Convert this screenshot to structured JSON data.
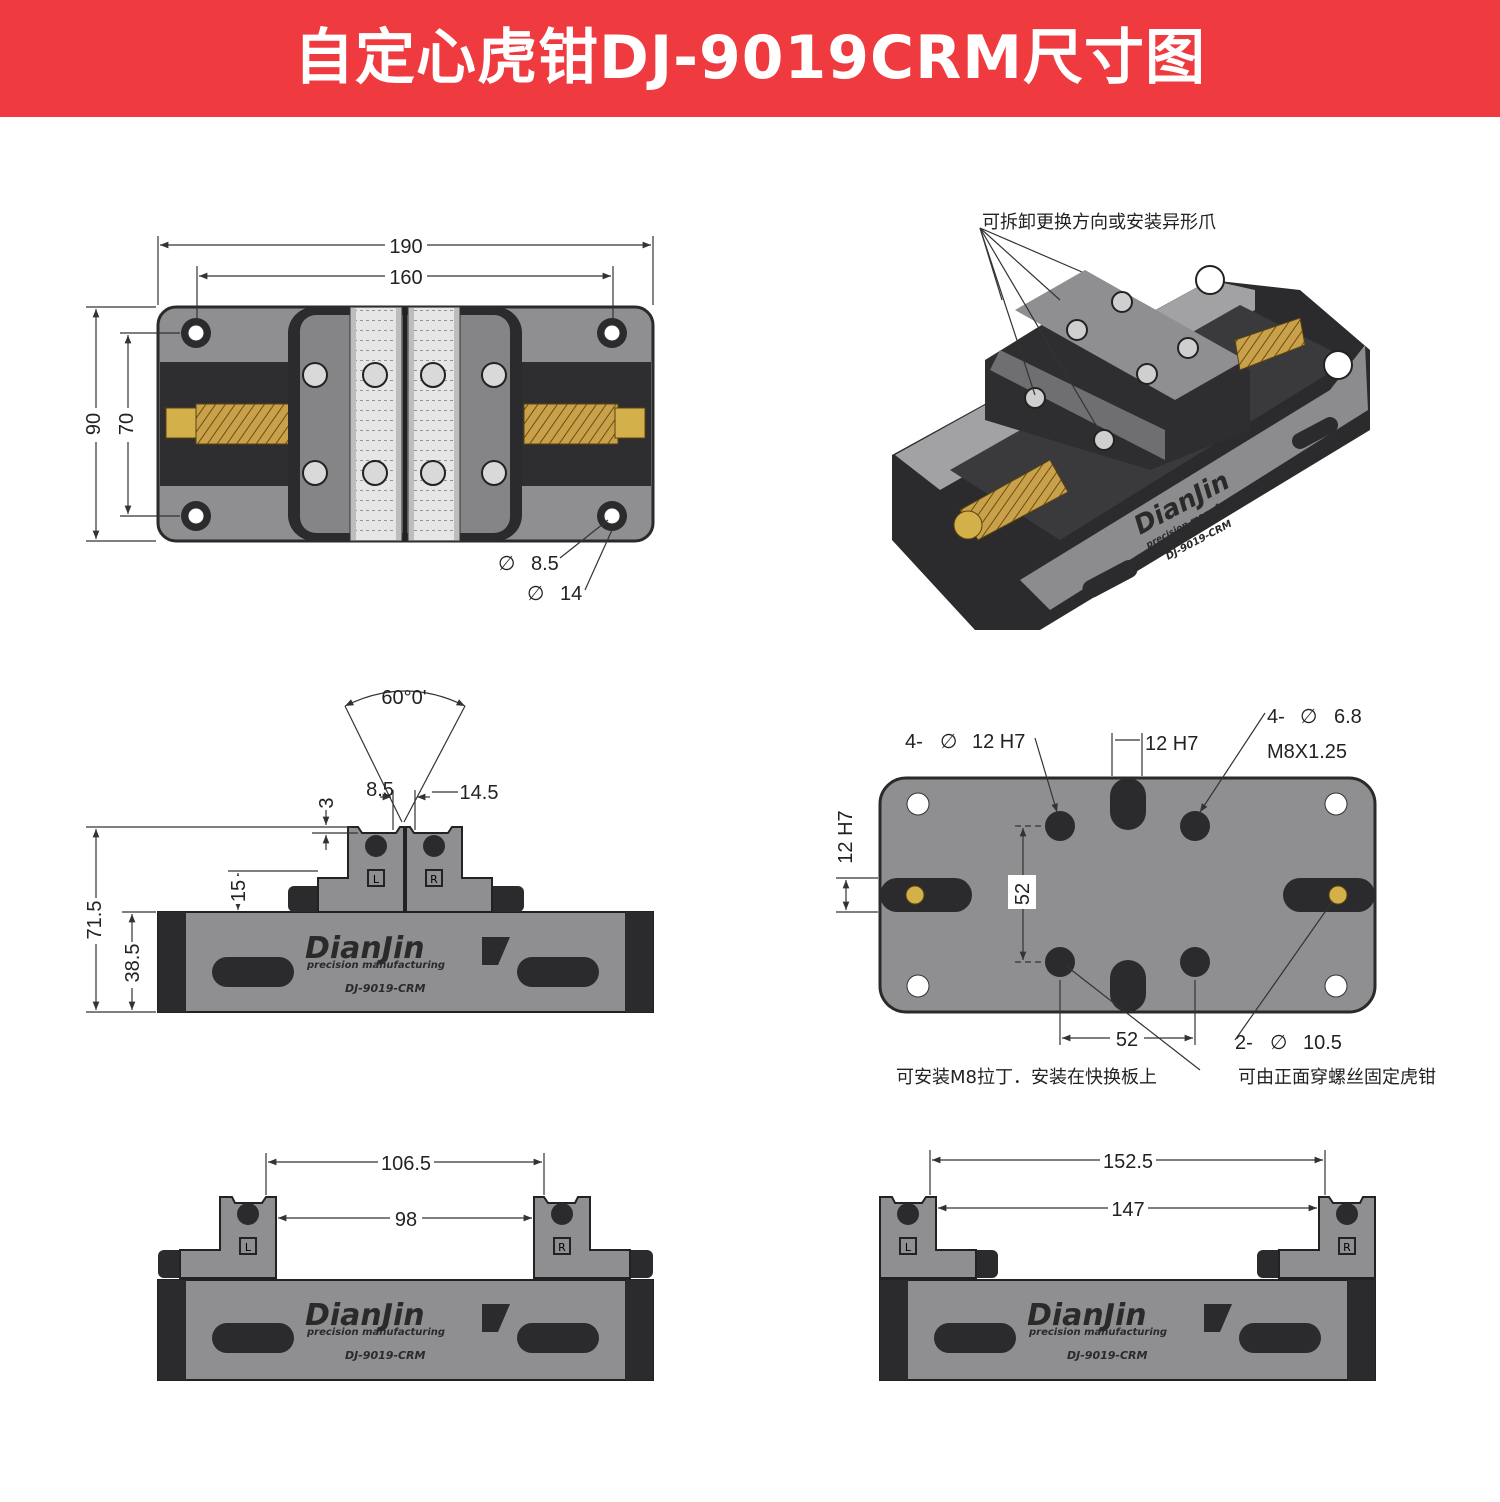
{
  "title": "自定心虎钳DJ-9019CRM尺寸图",
  "colors": {
    "header": "#ef3a3f",
    "body_gray": "#8e8e90",
    "dark": "#2b2b2d",
    "brass": "#c9a14a"
  },
  "top_view": {
    "d1": "190",
    "d2": "160",
    "d3": "90",
    "d4": "70",
    "hole1": "8.5",
    "hole2": "14",
    "dia": "∅"
  },
  "iso_view": {
    "note": "可拆卸更换方向或安装异形爪",
    "logo": "DianJin",
    "sub": "precision manufacturing",
    "model": "DJ-9019-CRM"
  },
  "front_view": {
    "angle": "60°0'",
    "w1": "8.5",
    "w2": "14.5",
    "h1": "3",
    "h2": "15",
    "h3": "71.5",
    "h4": "38.5",
    "logo": "DianJin",
    "sub": "precision manufacturing",
    "model": "DJ-9019-CRM"
  },
  "bottom_view": {
    "c1a": "4-",
    "c1b": "12 H7",
    "c2": "12 H7",
    "c3a": "4-",
    "c3b": "6.8",
    "c3c": "M8X1.25",
    "side": "12 H7",
    "d52v": "52",
    "d52h": "52",
    "c4a": "2-",
    "c4b": "10.5",
    "note1": "可安装M8拉丁．安装在快换板上",
    "note2": "可由正面穿螺丝固定虎钳"
  },
  "side_view_1": {
    "d1": "106.5",
    "d2": "98",
    "logo": "DianJin",
    "sub": "precision manufacturing",
    "model": "DJ-9019-CRM"
  },
  "side_view_2": {
    "d1": "152.5",
    "d2": "147",
    "logo": "DianJin",
    "sub": "precision manufacturing",
    "model": "DJ-9019-CRM"
  },
  "jaw_labels": {
    "left": "L",
    "right": "R"
  }
}
